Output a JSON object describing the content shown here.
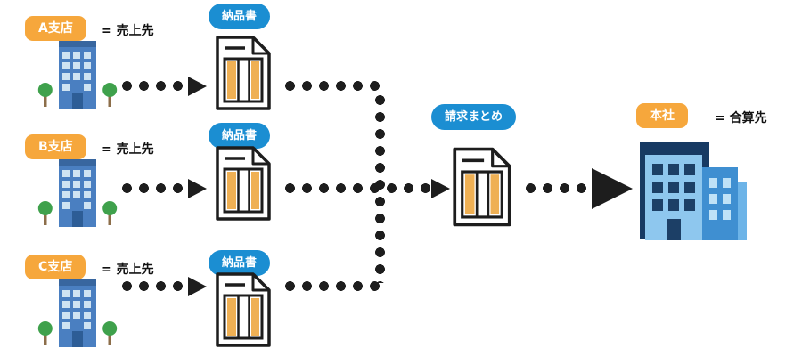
{
  "branches": [
    {
      "label": "A支店",
      "tag": "= 売上先",
      "doc_label": "納品書"
    },
    {
      "label": "B支店",
      "tag": "= 売上先",
      "doc_label": "納品書"
    },
    {
      "label": "C支店",
      "tag": "= 売上先",
      "doc_label": "納品書"
    }
  ],
  "summary_doc": {
    "label": "請求まとめ"
  },
  "headquarters": {
    "label": "本社",
    "tag": "= 合算先"
  },
  "icons": {
    "branch_building": "blue office building with trees",
    "delivery_doc": "document with folded corner and orange table columns",
    "summary_doc": "document with folded corner and orange table columns",
    "hq_building": "large head-office building cluster"
  },
  "colors": {
    "badge_blue": "#1b8ed2",
    "badge_orange": "#f6a73c",
    "connector_black": "#1d1d1d",
    "doc_column_orange": "#efb054",
    "building_blue": "#4a7fc1",
    "hq_light_blue": "#8ec7ee",
    "hq_dark_navy": "#173a63",
    "hq_medium_blue": "#3f8fd1"
  }
}
